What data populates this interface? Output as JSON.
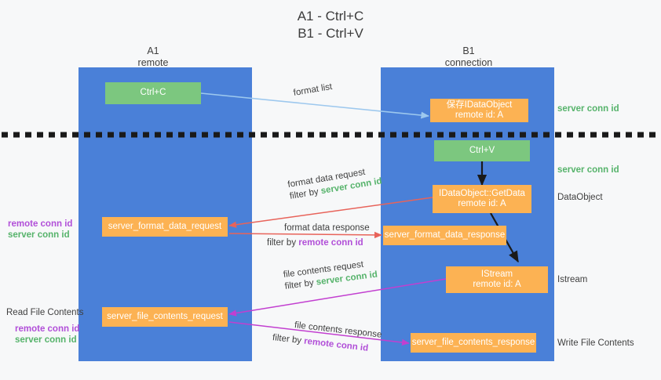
{
  "title": {
    "line1": "A1 - Ctrl+C",
    "line2": "B1 - Ctrl+V"
  },
  "columns": [
    {
      "name": "A1",
      "sub": "remote"
    },
    {
      "name": "B1",
      "sub": "connection"
    }
  ],
  "nodes": {
    "ctrl_c": "Ctrl+C",
    "ctrl_v": "Ctrl+V",
    "save_dataobject": "保存IDataObject",
    "save_dataobject_sub": "remote id: A",
    "getdata": "IDataObject::GetData",
    "getdata_sub": "remote id: A",
    "istream": "IStream",
    "istream_sub": "remote id: A",
    "format_data_request": "server_format_data_request",
    "format_data_response": "server_format_data_response",
    "file_contents_request": "server_file_contents_request",
    "file_contents_response": "server_file_contents_response"
  },
  "edges": {
    "format_list": "format list",
    "format_data_request_l1": "format data request",
    "format_data_request_l2_pre": "filter by ",
    "format_data_request_l2_key": "server conn id",
    "format_data_response_l1": "format data response",
    "format_data_response_l2_pre": "filter by ",
    "format_data_response_l2_key": "remote conn id",
    "file_contents_request_l1": "file contents request",
    "file_contents_request_l2_pre": "filter by ",
    "file_contents_request_l2_key": "server conn id",
    "file_contents_response_l1": "file contents response",
    "file_contents_response_l2_pre": "filter by ",
    "file_contents_response_l2_key": "remote conn id"
  },
  "side_labels": {
    "right_server_conn_1": "server conn id",
    "right_server_conn_2": "server conn id",
    "right_dataobject": "DataObject",
    "right_istream": "Istream",
    "right_write_file": "Write File Contents",
    "left_remote_conn_1": "remote conn id",
    "left_server_conn_1": "server conn id",
    "left_read_file": "Read File Contents",
    "left_remote_conn_2": "remote conn id",
    "left_server_conn_2": "server conn id"
  },
  "colors": {
    "lane": "#4a80d8",
    "green_node": "#7cc77f",
    "orange_node": "#fcb253",
    "green_text": "#56b36b",
    "purple_text": "#b14fd8",
    "red_arrow": "#e8635a",
    "magenta_arrow": "#c23fd0",
    "blue_arrow": "#9dc8ee",
    "black_arrow": "#1a1a1a",
    "background": "#f7f8f9"
  }
}
